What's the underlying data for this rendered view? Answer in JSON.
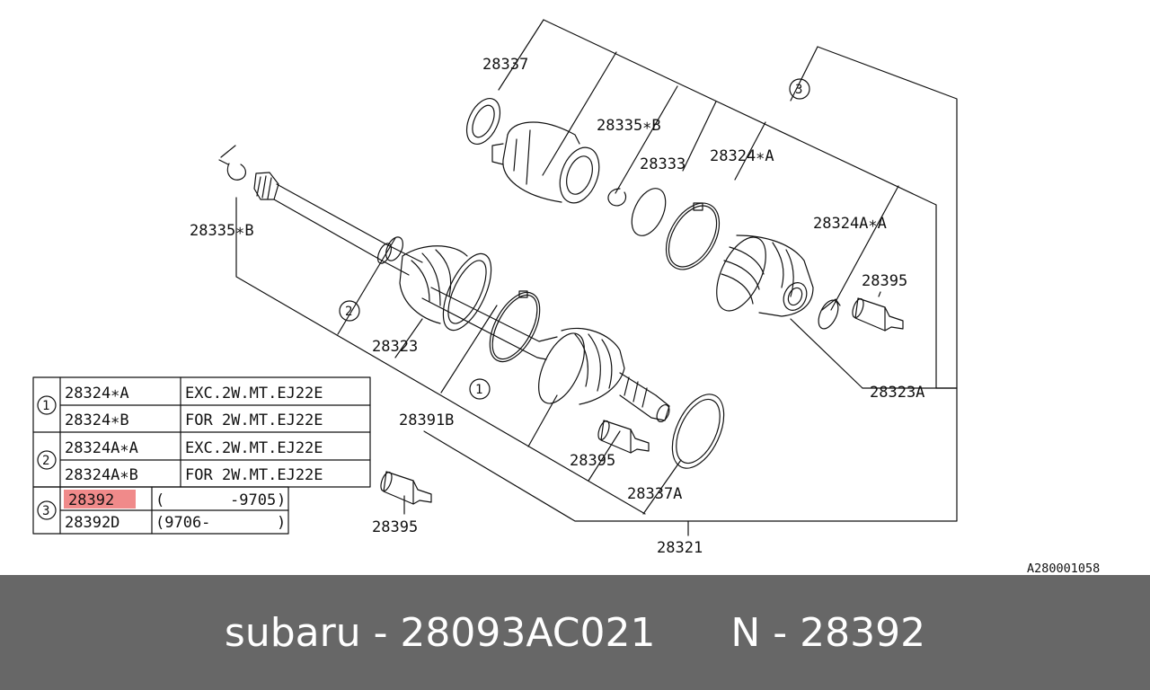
{
  "diagram": {
    "callouts": {
      "c28337": "28337",
      "c28335b_top": "28335∗B",
      "c28333": "28333",
      "c28324a": "28324∗A",
      "c28324aa": "28324A∗A",
      "c28395_right": "28395",
      "c28335b_left": "28335∗B",
      "c28323": "28323",
      "c28391b": "28391B",
      "c28323a": "28323A",
      "c28395_mid": "28395",
      "c28337a": "28337A",
      "c28395_bottom": "28395",
      "c28321": "28321",
      "ref1": "1",
      "ref2": "2",
      "ref3": "3"
    },
    "image_code": "A280001058"
  },
  "table": {
    "rows": [
      {
        "group": "1",
        "part": "28324∗A",
        "note": "EXC.2W.MT.EJ22E"
      },
      {
        "group": "1",
        "part": "28324∗B",
        "note": "FOR 2W.MT.EJ22E"
      },
      {
        "group": "2",
        "part": "28324A∗A",
        "note": "EXC.2W.MT.EJ22E"
      },
      {
        "group": "2",
        "part": "28324A∗B",
        "note": "FOR 2W.MT.EJ22E"
      },
      {
        "group": "3",
        "part": "28392",
        "note_open": "(",
        "note_value": "-9705",
        "note_close": ")",
        "highlighted": true
      },
      {
        "group": "3",
        "part": "28392D",
        "note_open": "(9706-",
        "note_close": ")"
      }
    ]
  },
  "footer": {
    "text": "subaru - 28093AC021      N - 28392"
  },
  "colors": {
    "highlight": "#f08a8a",
    "footer_bg": "#676767"
  }
}
